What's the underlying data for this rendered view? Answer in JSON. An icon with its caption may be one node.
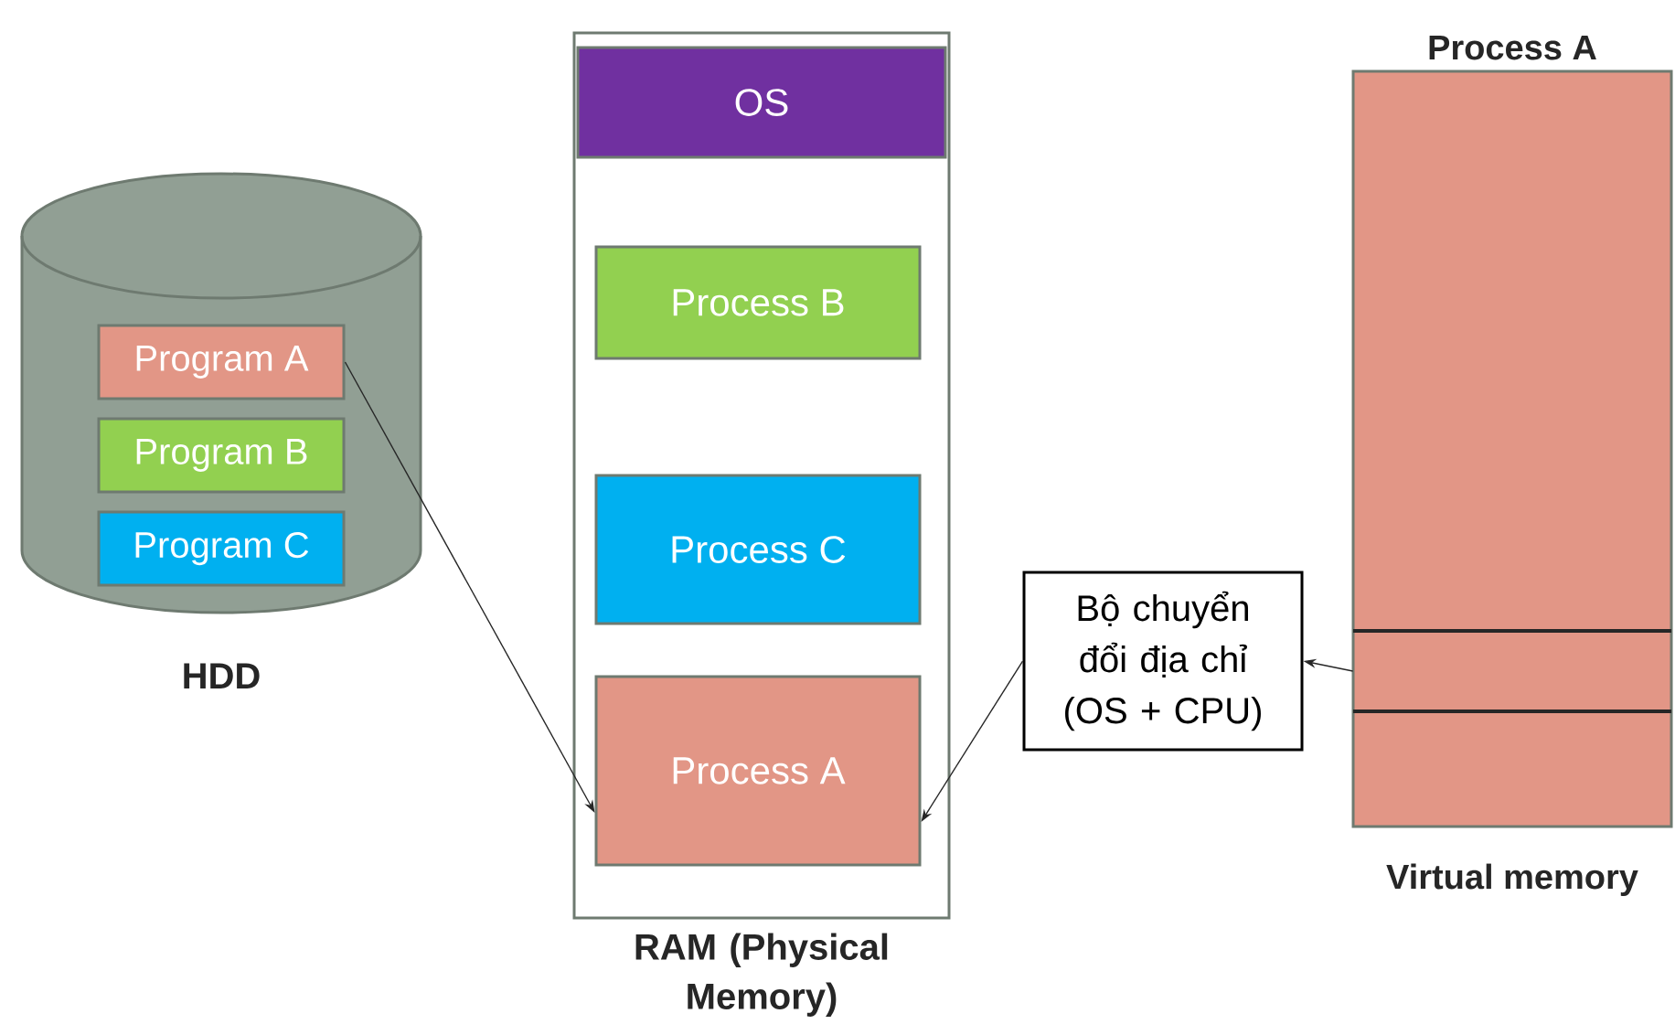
{
  "diagram": {
    "nodes": [
      {
        "text": [
          "HDD"
        ]
      },
      {
        "text": [
          "Program A"
        ],
        "in": 0
      },
      {
        "text": [
          "Program B"
        ],
        "in": 0
      },
      {
        "text": [
          "Program C"
        ],
        "in": 0
      },
      {
        "text": [
          "RAM (Physical Memory)"
        ]
      },
      {
        "text": [
          "OS"
        ],
        "in": 4
      },
      {
        "text": [
          "Process B"
        ],
        "in": 4
      },
      {
        "text": [
          "Process C"
        ],
        "in": 4
      },
      {
        "text": [
          "Process A"
        ],
        "in": 4
      },
      {
        "text": [
          "Bộ chuyển đổi địa chỉ (OS + CPU)"
        ]
      },
      {
        "text": [
          "Process A",
          "Virtual memory"
        ]
      },
      {
        "text": [],
        "shape": "box",
        "in": 10
      }
    ],
    "edges": [
      {
        "from": 1,
        "to": 8,
        "arrow": "to"
      },
      {
        "from": 9,
        "to": 8,
        "arrow": "to"
      },
      {
        "from": 11,
        "to": 9,
        "arrow": "to"
      }
    ]
  }
}
